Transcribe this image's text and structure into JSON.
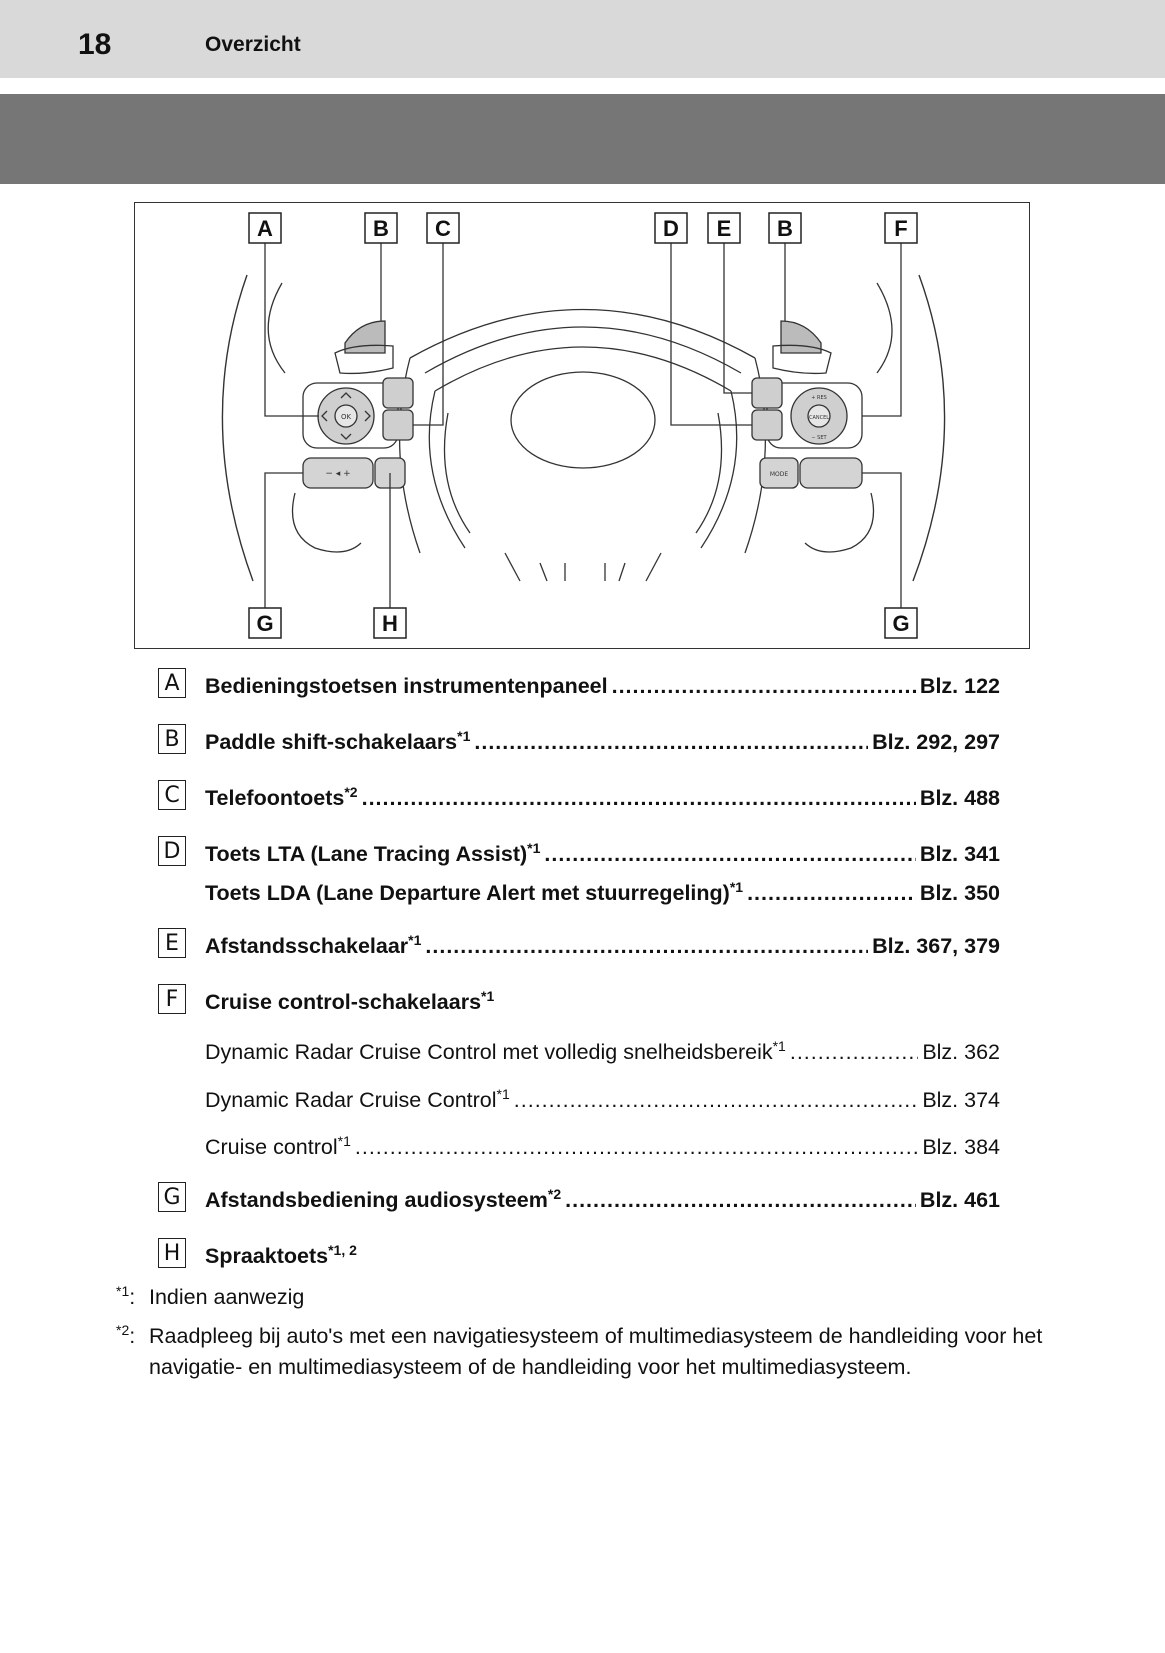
{
  "header": {
    "page_number": "18",
    "section": "Overzicht"
  },
  "figure": {
    "labels_top": [
      "A",
      "B",
      "C",
      "D",
      "E",
      "B",
      "F"
    ],
    "labels_bottom": [
      "G",
      "H",
      "G"
    ],
    "button_text": {
      "ok": "OK",
      "cancel": "CANCEL",
      "res": "+ RES",
      "set": "− SET",
      "mode": "MODE",
      "vol": "− ◂ +"
    }
  },
  "entries": [
    {
      "letter": "A",
      "label": "Bedieningstoetsen instrumentenpaneel",
      "sup": "",
      "page": "Blz. 122"
    },
    {
      "letter": "B",
      "label": "Paddle shift-schakelaars",
      "sup": "*1",
      "page": "Blz. 292, 297"
    },
    {
      "letter": "C",
      "label": "Telefoontoets",
      "sup": "*2",
      "page": "Blz. 488"
    },
    {
      "letter": "D",
      "label": "Toets LTA (Lane Tracing Assist)",
      "sup": "*1",
      "page": "Blz. 341",
      "label2": "Toets LDA (Lane Departure Alert met stuurregeling)",
      "sup2": "*1",
      "page2": "Blz. 350"
    },
    {
      "letter": "E",
      "label": "Afstandsschakelaar",
      "sup": "*1",
      "page": "Blz. 367, 379"
    },
    {
      "letter": "F",
      "label": "Cruise control-schakelaars",
      "sup": "*1",
      "page": ""
    },
    {
      "letter": "",
      "label": "Dynamic Radar Cruise Control met volledig snelheidsbereik",
      "sup": "*1",
      "page": "Blz. 362"
    },
    {
      "letter": "",
      "label": "Dynamic Radar Cruise Control",
      "sup": "*1",
      "page": "Blz. 374"
    },
    {
      "letter": "",
      "label": "Cruise control",
      "sup": "*1",
      "page": "Blz. 384"
    },
    {
      "letter": "G",
      "label": "Afstandsbediening audiosysteem",
      "sup": "*2",
      "page": "Blz. 461"
    },
    {
      "letter": "H",
      "label": "Spraaktoets",
      "sup": "*1, 2",
      "page": ""
    }
  ],
  "footnotes": [
    {
      "mark": "*1",
      "text": "Indien aanwezig"
    },
    {
      "mark": "*2",
      "text": "Raadpleeg bij auto's met een navigatiesysteem of multimediasysteem de handleiding voor het navigatie- en multimediasysteem of de handleiding voor het multimediasysteem."
    }
  ]
}
